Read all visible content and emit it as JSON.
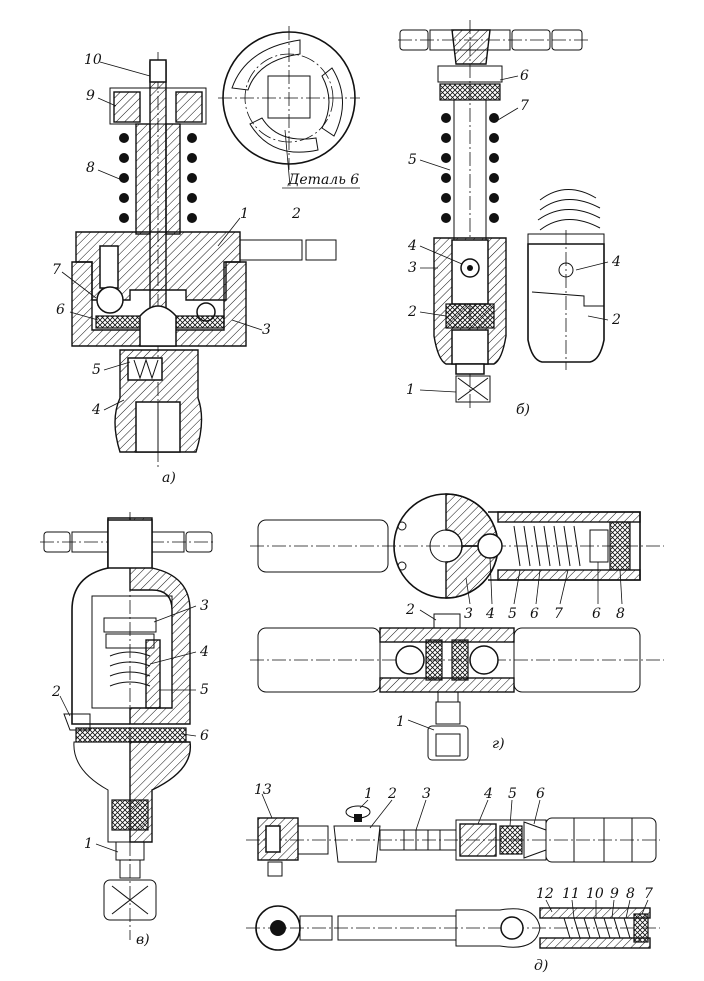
{
  "figure": {
    "a": {
      "caption": "а)",
      "labels": [
        "10",
        "9",
        "8",
        "1",
        "2",
        "7",
        "6",
        "3",
        "5",
        "4"
      ],
      "detail_label": "Деталь 6"
    },
    "b": {
      "caption": "б)",
      "labels": [
        "6",
        "7",
        "5",
        "4",
        "3",
        "2",
        "1",
        "4",
        "2"
      ]
    },
    "v": {
      "caption": "в)",
      "labels": [
        "3",
        "4",
        "5",
        "2",
        "6",
        "1"
      ]
    },
    "g": {
      "caption": "г)",
      "labels": [
        "3",
        "4",
        "5",
        "6",
        "7",
        "6",
        "8",
        "2",
        "1"
      ]
    },
    "d": {
      "caption": "д)",
      "labels": [
        "13",
        "1",
        "2",
        "3",
        "4",
        "5",
        "6",
        "12",
        "11",
        "10",
        "9",
        "8",
        "7"
      ]
    }
  }
}
